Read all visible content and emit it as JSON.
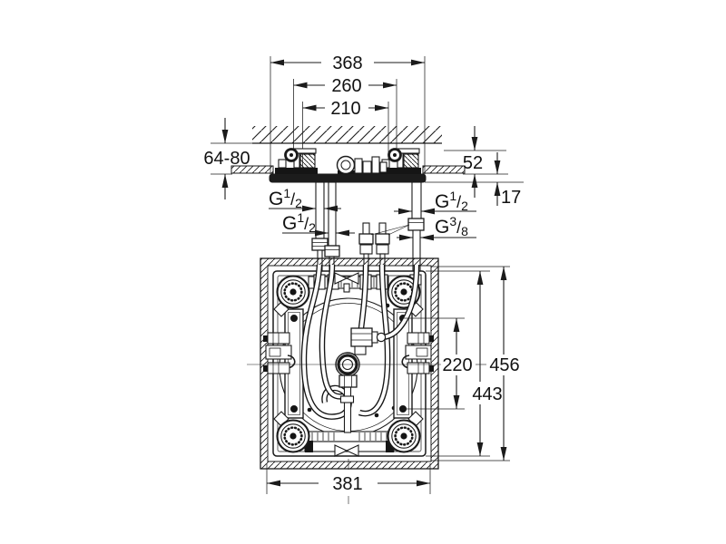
{
  "colors": {
    "ink": "#1b1b1b",
    "background": "#ffffff"
  },
  "side_view": {
    "dims": {
      "overall_width": "368",
      "mount_spacing": "260",
      "inner_spacing": "210",
      "install_depth": "64-80",
      "recess_height": "52",
      "panel_thickness": "17"
    },
    "threads": {
      "left_top": {
        "base": "G",
        "sup": "1",
        "slash": "/",
        "sub": "2"
      },
      "left_bottom": {
        "base": "G",
        "sup": "1",
        "slash": "/",
        "sub": "2"
      },
      "right_top": {
        "base": "G",
        "sup": "1",
        "slash": "/",
        "sub": "2"
      },
      "right_bottom": {
        "base": "G",
        "sup": "3",
        "slash": "/",
        "sub": "8"
      }
    }
  },
  "plan_view": {
    "dims": {
      "bolt_spacing": "220",
      "overall_height": "456",
      "frame_height": "443",
      "opening_width": "381"
    }
  }
}
